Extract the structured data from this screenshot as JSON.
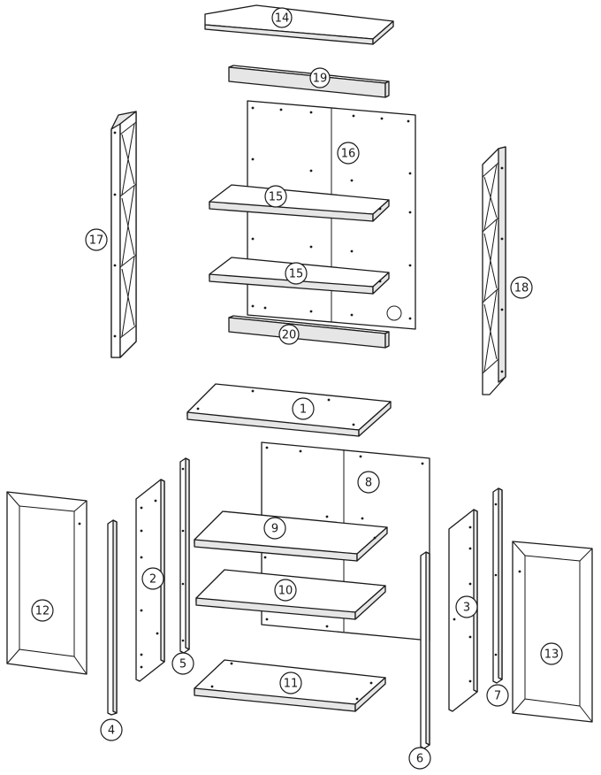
{
  "callouts": {
    "p1": "1",
    "p2": "2",
    "p3": "3",
    "p4": "4",
    "p5": "5",
    "p6": "6",
    "p7": "7",
    "p8": "8",
    "p9": "9",
    "p10": "10",
    "p11": "11",
    "p12": "12",
    "p13": "13",
    "p14": "14",
    "p15a": "15",
    "p15b": "15",
    "p16": "16",
    "p17": "17",
    "p18": "18",
    "p19": "19",
    "p20": "20"
  }
}
